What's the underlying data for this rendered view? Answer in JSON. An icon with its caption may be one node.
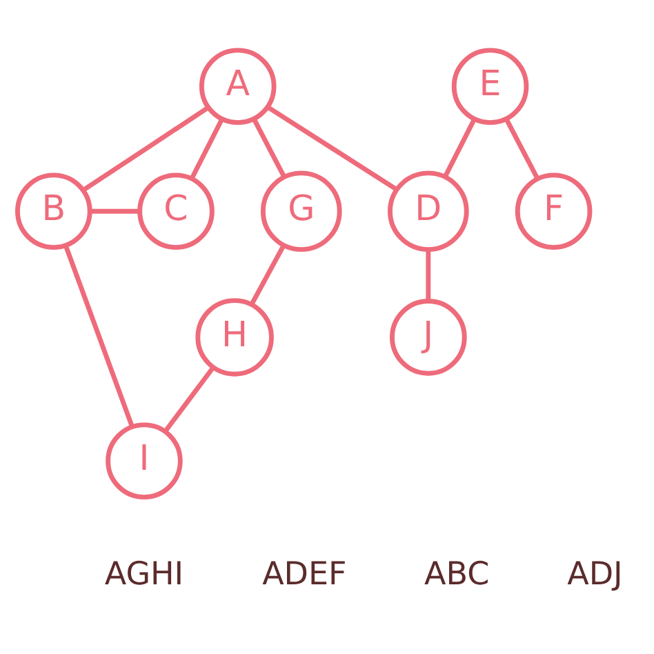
{
  "diagram": {
    "nodes": [
      {
        "text": [
          "A"
        ]
      },
      {
        "text": [
          "E"
        ]
      },
      {
        "text": [
          "G"
        ]
      },
      {
        "text": [
          "D"
        ]
      },
      {
        "text": [
          "F"
        ]
      },
      {
        "text": [
          "B"
        ]
      },
      {
        "text": [
          "C"
        ]
      },
      {
        "text": [
          "J"
        ]
      },
      {
        "text": [
          "H"
        ]
      },
      {
        "text": [
          "I"
        ]
      }
    ],
    "edges": [
      {
        "from": 0,
        "to": 2,
        "arrow": "none"
      },
      {
        "from": 0,
        "to": 5,
        "arrow": "none"
      },
      {
        "from": 0,
        "to": 6,
        "arrow": "none"
      },
      {
        "from": 0,
        "to": 3,
        "arrow": "none"
      },
      {
        "from": 1,
        "to": 3,
        "arrow": "none"
      },
      {
        "from": 1,
        "to": 4,
        "arrow": "none"
      },
      {
        "from": 2,
        "to": 8,
        "arrow": "none"
      },
      {
        "from": 5,
        "to": 6,
        "arrow": "none"
      },
      {
        "from": 5,
        "to": 9,
        "arrow": "none"
      },
      {
        "from": 3,
        "to": 7,
        "arrow": "none"
      },
      {
        "from": 8,
        "to": 9,
        "arrow": "none"
      }
    ],
    "labels": [
      "AGHI",
      "ADEF",
      "ABC",
      "ADJ"
    ]
  }
}
